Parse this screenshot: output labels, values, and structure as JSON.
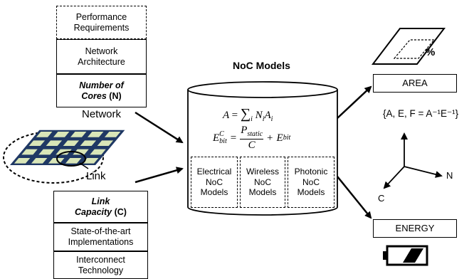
{
  "left_stack": {
    "performance_requirements": "Performance\nRequirements",
    "network_architecture": "Network\nArchitecture",
    "number_of_cores_label": "Number of\nCores",
    "number_of_cores_symbol": "(N)",
    "network_label": "Network"
  },
  "link_stack": {
    "link_label": "Link",
    "link_capacity_label": "Link\nCapacity",
    "link_capacity_symbol": "(C)",
    "state_of_the_art": "State-of-the-art\nImplementations",
    "interconnect_technology": "Interconnect\nTechnology"
  },
  "noc_models": {
    "title": "NoC Models",
    "eq_area": {
      "lhs": "A",
      "eq": "=",
      "sum": "∑",
      "sub": "i",
      "term_N": "N",
      "term_A": "A"
    },
    "eq_energy": {
      "E": "E",
      "sub": "bit",
      "sup": "C",
      "eq": "=",
      "num_P": "P",
      "num_sub": "static",
      "den": "C",
      "plus": "+",
      "E2": "E",
      "E2_sub": "bit"
    },
    "models": [
      {
        "label": "Electrical\nNoC\nModels"
      },
      {
        "label": "Wireless\nNoC\nModels"
      },
      {
        "label": "Photonic\nNoC\nModels"
      }
    ]
  },
  "right": {
    "percent_symbol": "%",
    "area_label": "AREA",
    "formula": "{A, E, F = A⁻¹E⁻¹}",
    "axis_N": "N",
    "axis_C": "C",
    "energy_label": "ENERGY"
  },
  "colors": {
    "stroke": "#000000",
    "chip_tile": "#d9e6b8",
    "chip_grid": "#1f3864",
    "battery": "#000000"
  }
}
